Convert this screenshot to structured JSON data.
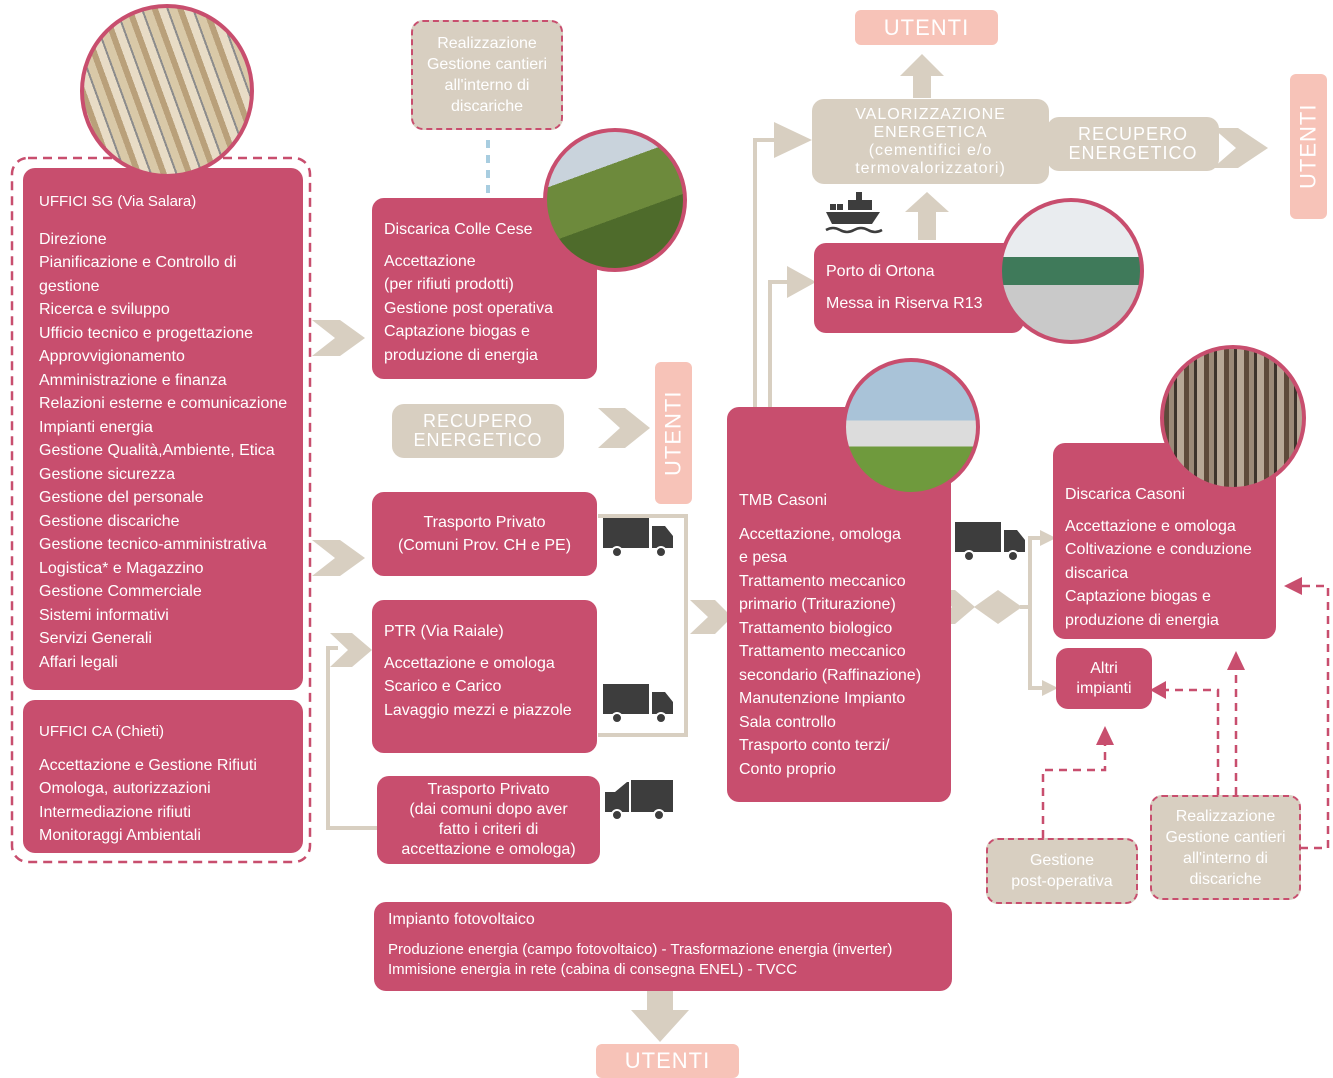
{
  "uffici_sg": {
    "title": "UFFICI SG (Via Salara)",
    "items": [
      "Direzione",
      "Pianificazione e Controllo di",
      "gestione",
      "Ricerca e sviluppo",
      "Ufficio tecnico e progettazione",
      "Approvvigionamento",
      "Amministrazione e finanza",
      "Relazioni esterne e comunicazione",
      "Impianti energia",
      "Gestione Qualità,Ambiente, Etica",
      "Gestione sicurezza",
      "Gestione del personale",
      "Gestione discariche",
      "Gestione tecnico-amministrativa",
      "Logistica* e Magazzino",
      "Gestione Commerciale",
      "Sistemi informativi",
      "Servizi Generali",
      "Affari legali"
    ]
  },
  "uffici_ca": {
    "title": "UFFICI CA (Chieti)",
    "items": [
      "Accettazione e Gestione Rifiuti",
      "Omologa, autorizzazioni",
      "Intermediazione rifiuti",
      "Monitoraggi Ambientali"
    ]
  },
  "realizzazione_top": [
    "Realizzazione",
    "Gestione cantieri",
    "all'interno di",
    "discariche"
  ],
  "colle_cese": {
    "title": "Discarica Colle Cese",
    "items": [
      "Accettazione",
      "(per rifiuti  prodotti)",
      "Gestione post operativa",
      "Captazione biogas  e",
      "produzione di energia"
    ]
  },
  "recupero_left": [
    "RECUPERO",
    "ENERGETICO"
  ],
  "utenti": "UTENTI",
  "trasporto_privato_1": [
    "Trasporto Privato",
    "(Comuni Prov. CH e PE)"
  ],
  "ptr": {
    "title": "PTR (Via Raiale)",
    "items": [
      "Accettazione e omologa",
      "Scarico e Carico",
      "Lavaggio mezzi e piazzole"
    ]
  },
  "trasporto_privato_2": [
    "Trasporto Privato",
    "(dai comuni dopo aver",
    "fatto i criteri di",
    "accettazione e omologa)"
  ],
  "fotovoltaico": {
    "title": "Impianto fotovoltaico",
    "items": [
      "Produzione energia (campo fotovoltaico) - Trasformazione energia (inverter)",
      "Immisione energia in rete (cabina di consegna ENEL) - TVCC"
    ]
  },
  "tmb": {
    "title": "TMB Casoni",
    "items": [
      "Accettazione, omologa",
      "e pesa",
      "Trattamento meccanico",
      "primario (Triturazione)",
      "Trattamento biologico",
      "Trattamento meccanico",
      "secondario (Raffinazione)",
      "Manutenzione Impianto",
      "Sala controllo",
      "Trasporto conto terzi/",
      "Conto proprio"
    ]
  },
  "valorizzazione": [
    "VALORIZZAZIONE",
    "ENERGETICA",
    "(cementifici e/o",
    "termovalorizzatori)"
  ],
  "recupero_right": [
    "RECUPERO",
    "ENERGETICO"
  ],
  "porto": {
    "title": "Porto di Ortona",
    "items": [
      "Messa in Riserva R13"
    ]
  },
  "discarica_casoni": {
    "title": "Discarica  Casoni",
    "items": [
      "Accettazione e omologa",
      "Coltivazione e conduzione",
      "discarica",
      "Captazione biogas  e",
      "produzione di energia"
    ]
  },
  "altri_impianti": [
    "Altri",
    "impianti"
  ],
  "gestione_post": [
    "Gestione",
    "post-operativa"
  ],
  "realizzazione_bottom": [
    "Realizzazione",
    "Gestione cantieri",
    "all'interno di",
    "discariche"
  ],
  "colors": {
    "magenta": "#c84e6e",
    "beige": "#d8cfc1",
    "salmon": "#f7c3b8",
    "truck": "#3d3d3d"
  },
  "icons": [
    "truck-icon",
    "ship-icon",
    "landfill-photo",
    "scaffold-photo",
    "plant-photo",
    "port-photo",
    "construction-photo"
  ]
}
